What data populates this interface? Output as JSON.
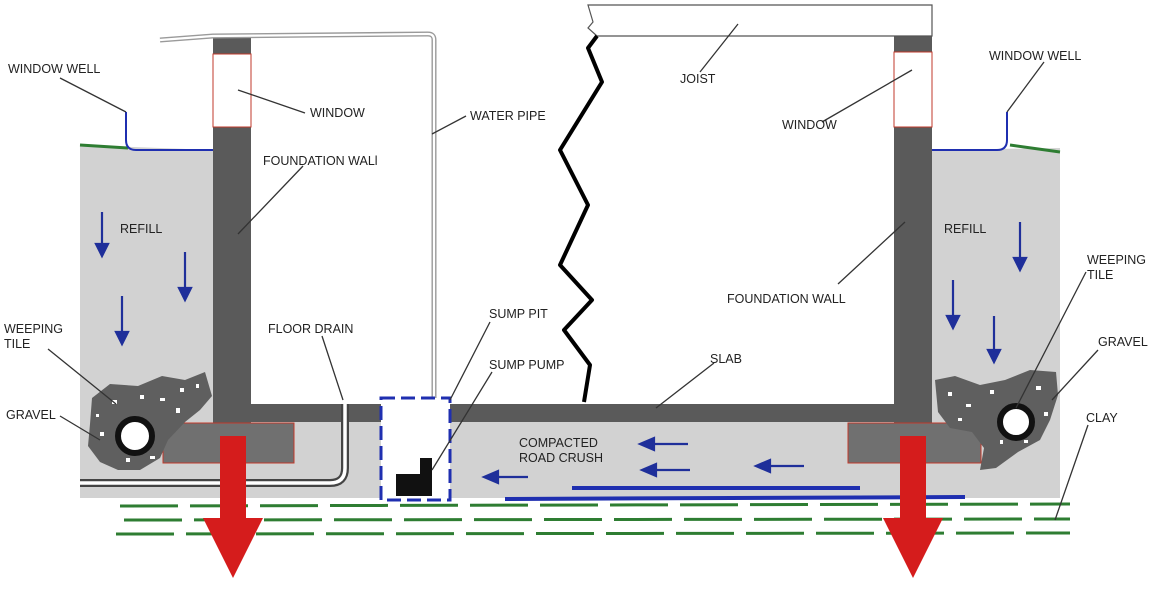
{
  "labels": {
    "window_well_left": "WINDOW WELL",
    "window_well_right": "WINDOW WELL",
    "window_left": "WINDOW",
    "window_right": "WINDOW",
    "water_pipe": "WATER PIPE",
    "joist": "JOIST",
    "foundation_wall_left": "FOUNDATION WALl",
    "foundation_wall_right": "FOUNDATION WALL",
    "refill_left": "REFILL",
    "refill_right": "REFILL",
    "weeping_tile_left_1": "WEEPING",
    "weeping_tile_left_2": "TILE",
    "weeping_tile_right_1": "WEEPING",
    "weeping_tile_right_2": "TILE",
    "gravel_left": "GRAVEL",
    "gravel_right": "GRAVEL",
    "floor_drain": "FLOOR DRAIN",
    "sump_pit": "SUMP PIT",
    "sump_pump": "SUMP PUMP",
    "slab": "SLAB",
    "compacted_1": "COMPACTED",
    "compacted_2": "ROAD CRUSH",
    "clay": "CLAY"
  },
  "colors": {
    "soil": "#d2d2d2",
    "wall": "#5a5a5a",
    "footing": "#707070",
    "pit_outline": "#1f2fb0",
    "flow_arrow": "#1f2f9a",
    "clay_dash": "#2e7d32",
    "pressure_arrow": "#d51c1c",
    "accent_outline": "#c0392b",
    "text": "#222222"
  }
}
